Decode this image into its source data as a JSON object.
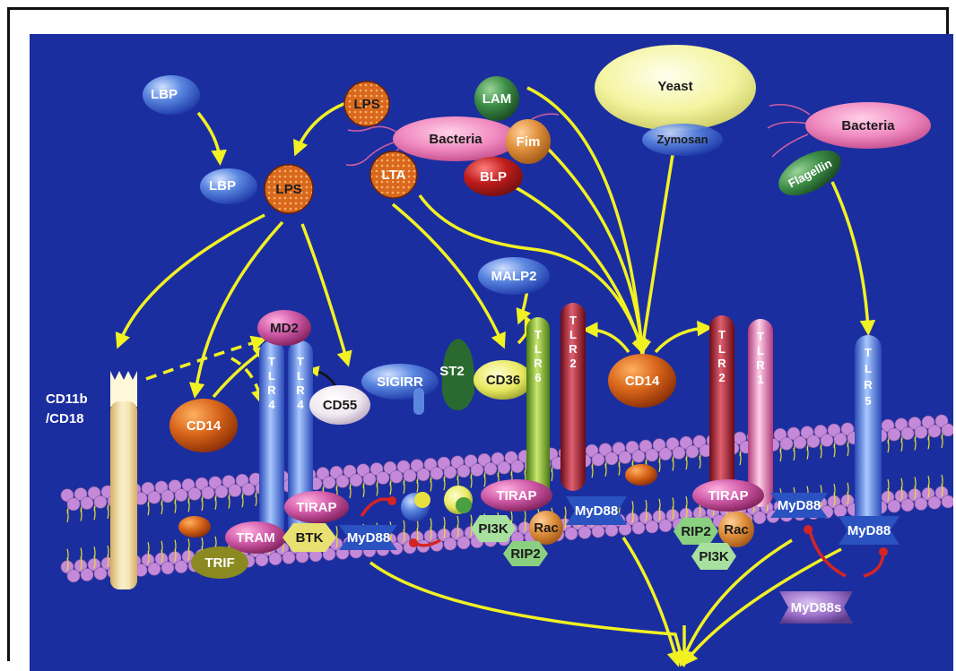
{
  "colors": {
    "background": "#1b2ea0",
    "arrow": "#f2f222",
    "membrane_head": "#c48ad9",
    "membrane_tail": "#e8e02a",
    "inhibitor": "#d42424"
  },
  "ligands": {
    "lbp_top": "LBP",
    "lbp_bound": "LBP",
    "lps_top": "LPS",
    "lps_bound": "LPS",
    "bacteria_left": "Bacteria",
    "bacteria_right": "Bacteria",
    "lam": "LAM",
    "fim": "Fim",
    "lta": "LTA",
    "blp": "BLP",
    "yeast": "Yeast",
    "zymosan": "Zymosan",
    "flagellin": "Flagellin",
    "malp2": "MALP2"
  },
  "receptors": {
    "cd11b": "CD11b",
    "cd18": "/CD18",
    "md2": "MD2",
    "cd14_left": "CD14",
    "cd14_right": "CD14",
    "cd55": "CD55",
    "sigirr": "SIGIRR",
    "st2": "ST2",
    "cd36": "CD36",
    "tlr4": [
      "T",
      "L",
      "R",
      "4"
    ],
    "tlr6": [
      "T",
      "L",
      "R",
      "6"
    ],
    "tlr2": [
      "T",
      "L",
      "R",
      "2"
    ],
    "tlr1": [
      "T",
      "L",
      "R",
      "1"
    ],
    "tlr5": [
      "T",
      "L",
      "R",
      "5"
    ]
  },
  "adaptors": {
    "tirap_left": "TIRAP",
    "tram": "TRAM",
    "btk": "BTK",
    "trif": "TRIF",
    "myd88_left": "MyD88",
    "tirap_mid": "TIRAP",
    "pi3k_mid": "PI3K",
    "rac_mid": "Rac",
    "rip2_mid": "RIP2",
    "myd88_mid": "MyD88",
    "tirap_right": "TIRAP",
    "rip2_right": "RIP2",
    "rac_right": "Rac",
    "pi3k_right": "PI3K",
    "myd88_right1": "MyD88",
    "myd88_right2": "MyD88",
    "myd88s": "MyD88s"
  }
}
